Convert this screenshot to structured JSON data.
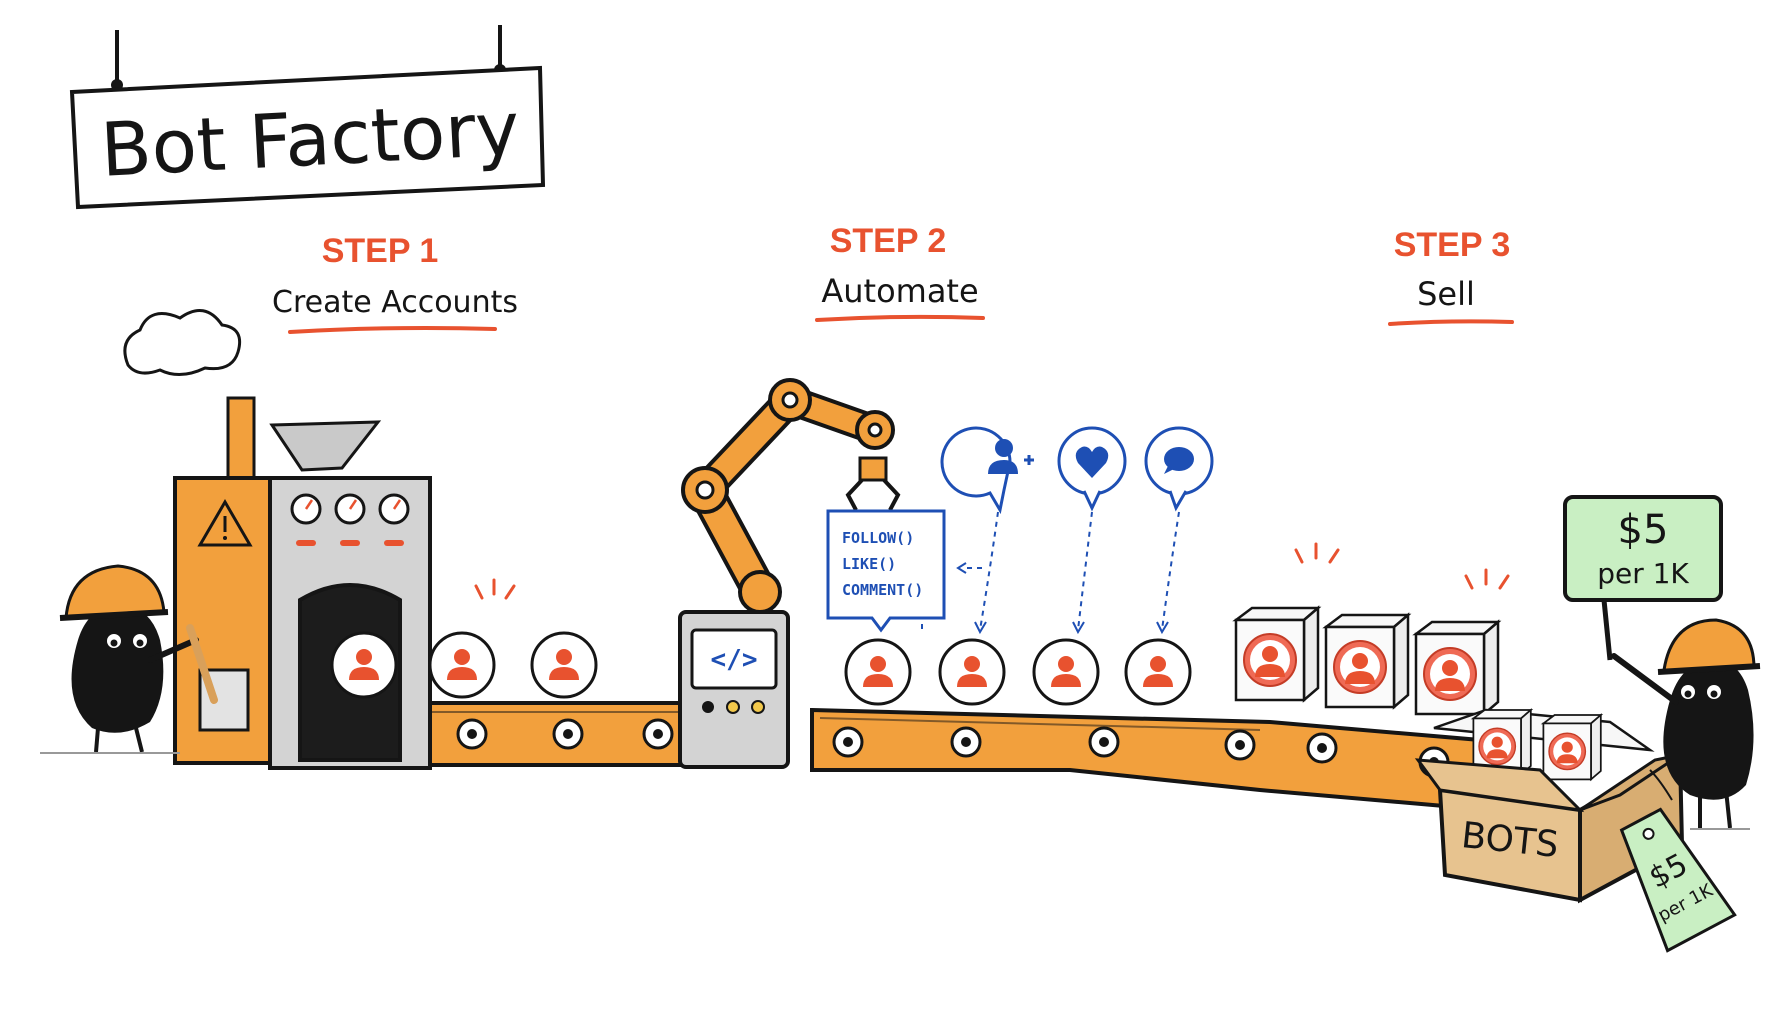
{
  "title": "Bot Factory",
  "steps": [
    {
      "label": "STEP 1",
      "caption": "Create Accounts"
    },
    {
      "label": "STEP 2",
      "caption": "Automate"
    },
    {
      "label": "STEP 3",
      "caption": "Sell"
    }
  ],
  "code_card": {
    "lines": [
      "FOLLOW()",
      "LIKE()",
      "COMMENT()"
    ]
  },
  "terminal_glyph": "</>",
  "action_icons": [
    "add-user-icon",
    "heart-icon",
    "comment-icon"
  ],
  "sign": {
    "price": "$5",
    "unit": "per 1K"
  },
  "box_label": "BOTS",
  "tag": {
    "price": "$5",
    "unit": "per 1K"
  },
  "colors": {
    "accent": "#e8522f",
    "orange": "#f2a03d",
    "blue": "#1e4fb4",
    "green": "#c9efc3",
    "ink": "#151515",
    "box": "#e7c38f"
  }
}
